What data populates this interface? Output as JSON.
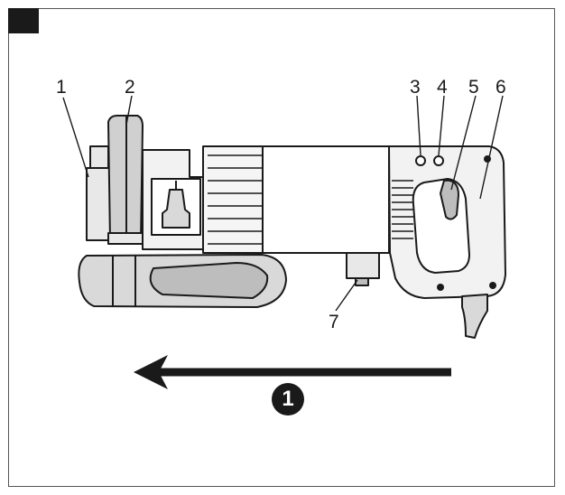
{
  "callouts": [
    "1",
    "2",
    "3",
    "4",
    "5",
    "6",
    "7"
  ],
  "step_badge": "1",
  "colors": {
    "ink": "#1a1a1a",
    "frame": "#555555",
    "shade": "#d9d9d9"
  }
}
